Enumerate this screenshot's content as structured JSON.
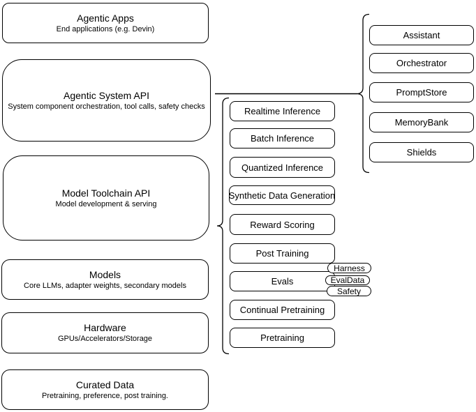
{
  "diagram": {
    "left_column": [
      {
        "title": "Agentic Apps",
        "subtitle": "End applications (e.g. Devin)"
      },
      {
        "title": "Agentic System API",
        "subtitle": "System component orchestration, tool calls, safety checks"
      },
      {
        "title": "Model Toolchain API",
        "subtitle": "Model development & serving"
      },
      {
        "title": "Models",
        "subtitle": "Core LLMs, adapter weights, secondary models"
      },
      {
        "title": "Hardware",
        "subtitle": "GPUs/Accelerators/Storage"
      },
      {
        "title": "Curated Data",
        "subtitle": "Pretraining, preference, post training."
      }
    ],
    "toolchain_services": [
      "Realtime Inference",
      "Batch Inference",
      "Quantized Inference",
      "Synthetic Data Generation",
      "Reward Scoring",
      "Post Training",
      "Evals",
      "Continual Pretraining",
      "Pretraining"
    ],
    "eval_tags": [
      "Harness",
      "EvalData",
      "Safety"
    ],
    "system_components": [
      "Assistant",
      "Orchestrator",
      "PromptStore",
      "MemoryBank",
      "Shields"
    ],
    "colors": {
      "stroke": "#000000",
      "fill": "#ffffff",
      "text": "#000000"
    }
  }
}
